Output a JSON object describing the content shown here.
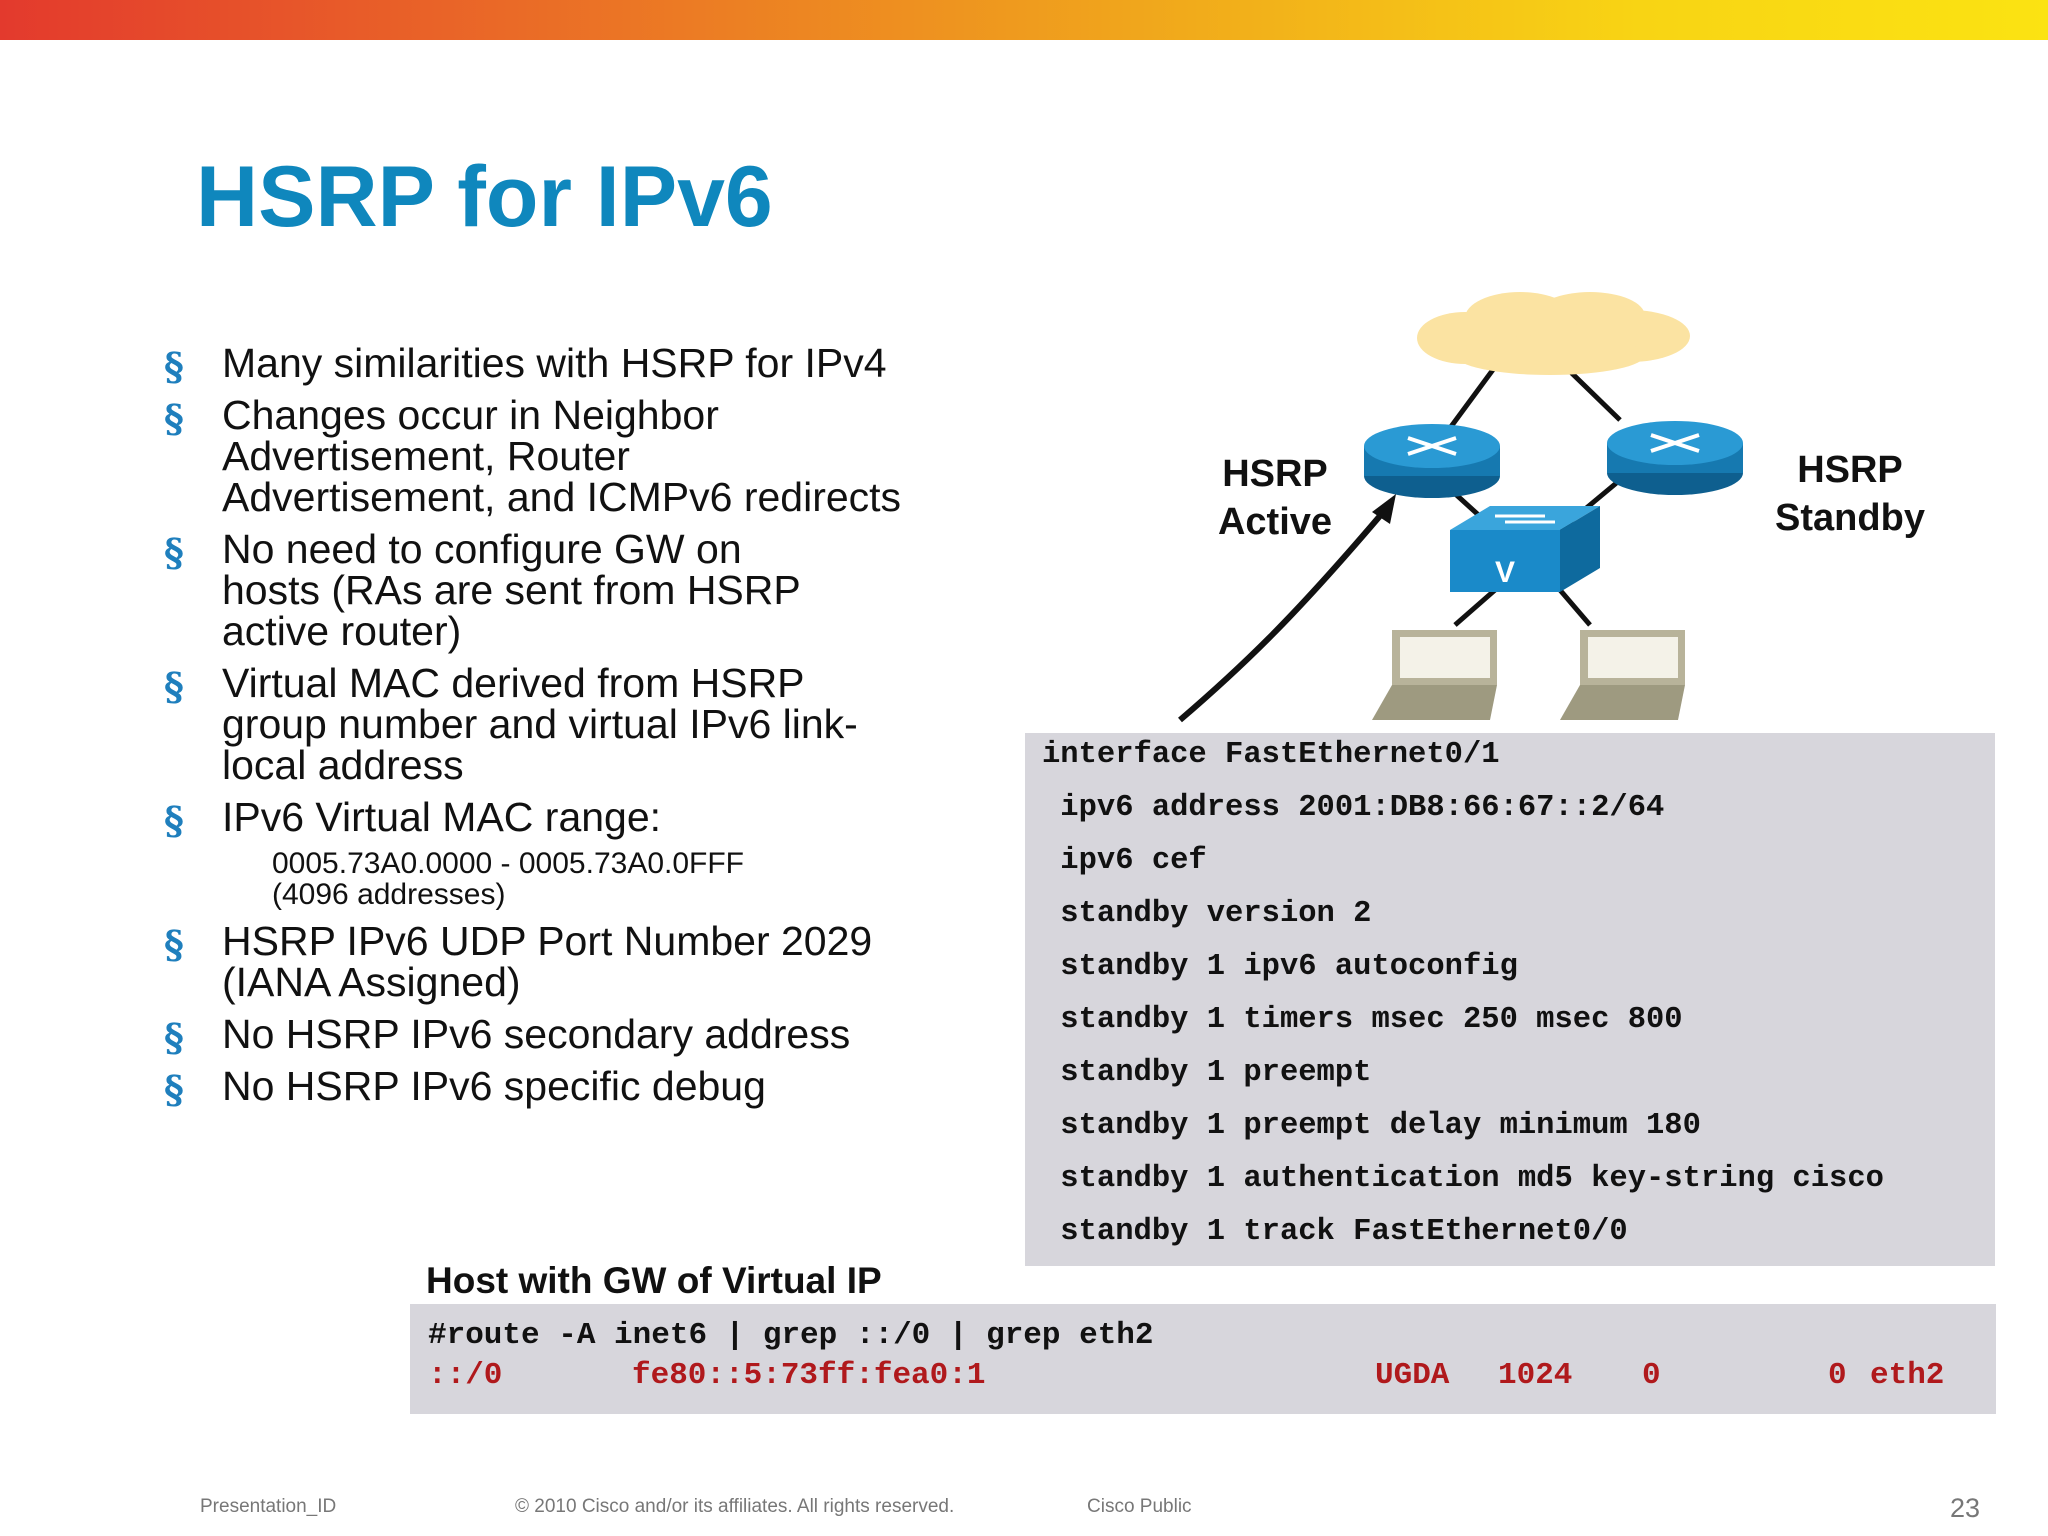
{
  "slide": {
    "title": "HSRP for IPv6",
    "bullet_marker": "§",
    "bullets": [
      {
        "text": "Many similarities with HSRP for IPv4"
      },
      {
        "text": "Changes occur in Neighbor Advertisement, Router Advertisement, and ICMPv6 redirects"
      },
      {
        "text": "No need to configure GW on hosts (RAs are sent from HSRP active router)"
      },
      {
        "text": "Virtual MAC derived from HSRP group number and virtual IPv6 link-local address"
      },
      {
        "text": "IPv6 Virtual MAC range:",
        "sub": "0005.73A0.0000 - 0005.73A0.0FFF (4096 addresses)"
      },
      {
        "text": "HSRP IPv6 UDP Port Number 2029 (IANA Assigned)"
      },
      {
        "text": "No HSRP IPv6 secondary address"
      },
      {
        "text": "No HSRP IPv6 specific debug"
      }
    ]
  },
  "diagram": {
    "active_label_1": "HSRP",
    "active_label_2": "Active",
    "standby_label_1": "HSRP",
    "standby_label_2": "Standby",
    "switch_mark": "V",
    "icons": [
      "cloud-icon",
      "router-icon",
      "switch-icon",
      "laptop-icon"
    ]
  },
  "config": {
    "lines": [
      "interface FastEthernet0/1",
      " ipv6 address 2001:DB8:66:67::2/64",
      " ipv6 cef",
      " standby version 2",
      " standby 1 ipv6 autoconfig",
      " standby 1 timers msec 250 msec 800",
      " standby 1 preempt",
      " standby 1 preempt delay minimum 180",
      " standby 1 authentication md5 key-string cisco",
      " standby 1 track FastEthernet0/0"
    ]
  },
  "host": {
    "title": "Host with GW of Virtual IP",
    "command": "#route -A inet6 | grep ::/0 | grep eth2",
    "route": {
      "dest": "::/0",
      "gateway": "fe80::5:73ff:fea0:1",
      "flags": "UGDA",
      "metric": "1024",
      "ref": "0",
      "use": "0",
      "iface": "eth2"
    }
  },
  "footer": {
    "presentation_id": "Presentation_ID",
    "copyright": "© 2010 Cisco and/or its affiliates. All rights reserved.",
    "classification": "Cisco Public",
    "page": "23"
  },
  "colors": {
    "title": "#0f87bd",
    "bullet": "#1f7fbd",
    "code_bg": "#d7d6dc",
    "route_red": "#b0191c",
    "router_blue": "#1a8ac9",
    "cloud": "#fbe3a2"
  }
}
